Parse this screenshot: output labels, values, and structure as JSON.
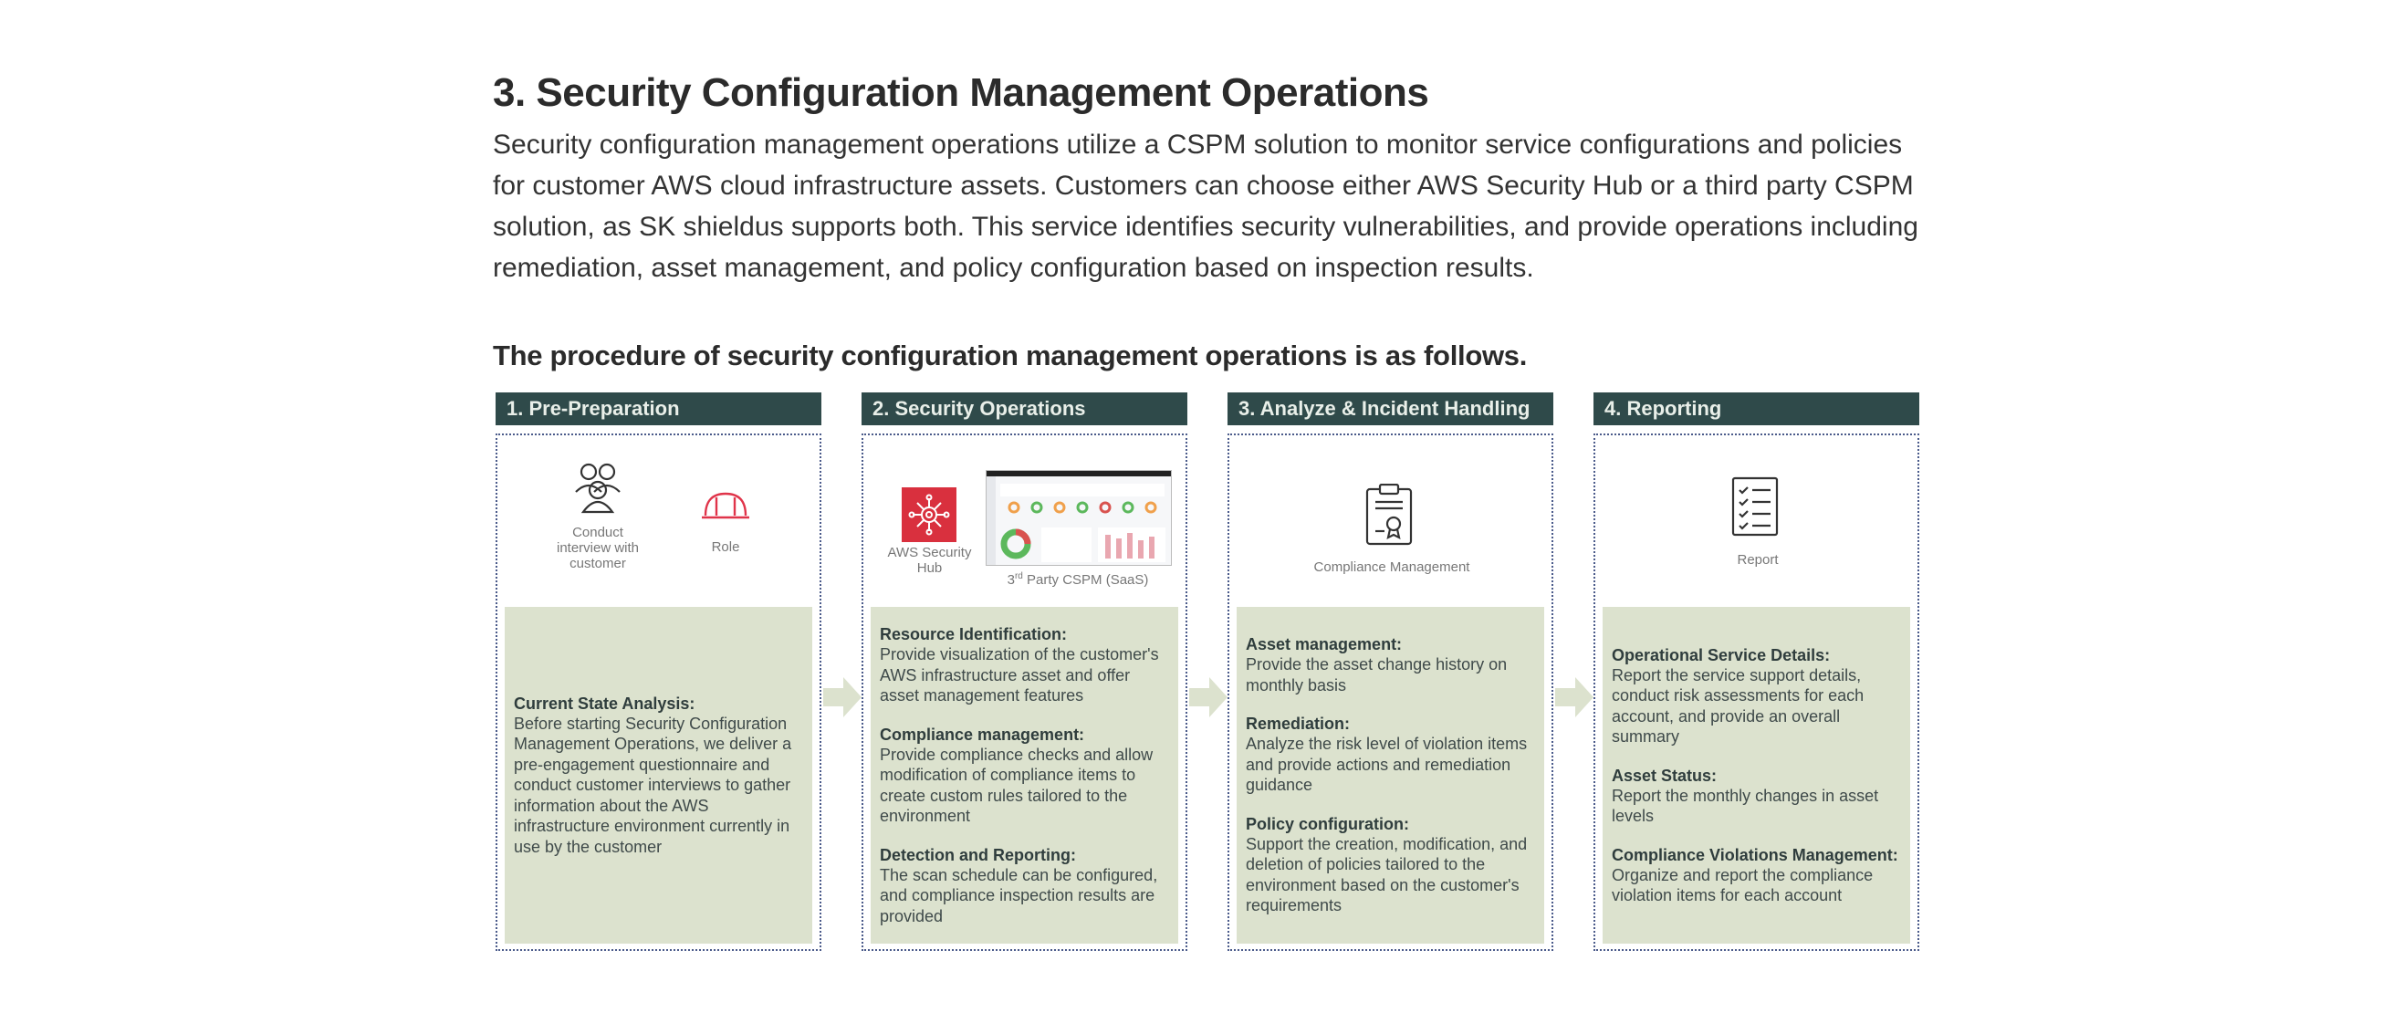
{
  "heading": "3. Security Configuration Management Operations",
  "intro": "Security configuration management operations utilize a CSPM solution to monitor service configurations and policies for customer AWS cloud infrastructure assets. Customers can choose either AWS Security Hub or a third party CSPM solution, as SK shieldus supports both. This service identifies security vulnerabilities, and provide operations including remediation, asset management,  and policy configuration based on inspection results.",
  "procedure_heading": "The procedure of security configuration management operations is as follows.",
  "colors": {
    "header_bg": "#2f4a4a",
    "panel_bg": "#dce2ce",
    "arrow": "#dce2ce",
    "aws_red": "#d9303e",
    "role_red": "#e0344a"
  },
  "steps": [
    {
      "title": "1. Pre-Preparation",
      "icons": [
        {
          "name": "people-icon",
          "caption": "Conduct interview with customer"
        },
        {
          "name": "hard-hat-icon",
          "caption": "Role"
        }
      ],
      "items": [
        {
          "title": "Current State Analysis:",
          "text": "Before starting Security Configuration Management Operations, we deliver a pre-engagement questionnaire and conduct customer interviews to gather information about the AWS infrastructure environment currently in use by the customer"
        }
      ]
    },
    {
      "title": "2. Security Operations",
      "icons": [
        {
          "name": "aws-security-hub-icon",
          "caption": "AWS Security Hub"
        },
        {
          "name": "cspm-dashboard-screenshot",
          "caption_main": "3",
          "caption_sup": "rd",
          "caption_rest": " Party CSPM (SaaS)"
        }
      ],
      "items": [
        {
          "title": "Resource Identification:",
          "text": "Provide visualization of the customer's AWS infrastructure asset and offer asset management features"
        },
        {
          "title": "Compliance management:",
          "text": "Provide compliance checks and allow modification of compliance items to create custom rules tailored to the environment"
        },
        {
          "title": "Detection and Reporting:",
          "text": "The scan schedule can be configured, and compliance inspection results are provided"
        }
      ]
    },
    {
      "title": "3. Analyze & Incident Handling",
      "icons": [
        {
          "name": "clipboard-certificate-icon",
          "caption": "Compliance Management"
        }
      ],
      "items": [
        {
          "title": "Asset management:",
          "text": "Provide the asset change history on monthly basis"
        },
        {
          "title": "Remediation:",
          "text": "Analyze the risk level of violation items and provide actions and remediation guidance"
        },
        {
          "title": "Policy configuration:",
          "text": "Support the creation, modification, and deletion of policies tailored to the environment based on the customer's requirements"
        }
      ]
    },
    {
      "title": "4. Reporting",
      "icons": [
        {
          "name": "checklist-report-icon",
          "caption": "Report"
        }
      ],
      "items": [
        {
          "title": "Operational Service Details:",
          "text": "Report the service support details, conduct risk assessments for each account, and provide an overall summary"
        },
        {
          "title": "Asset Status:",
          "text": "Report the monthly changes in asset levels"
        },
        {
          "title": "Compliance Violations Management:",
          "text": "Organize and report the compliance violation items for each account"
        }
      ]
    }
  ]
}
